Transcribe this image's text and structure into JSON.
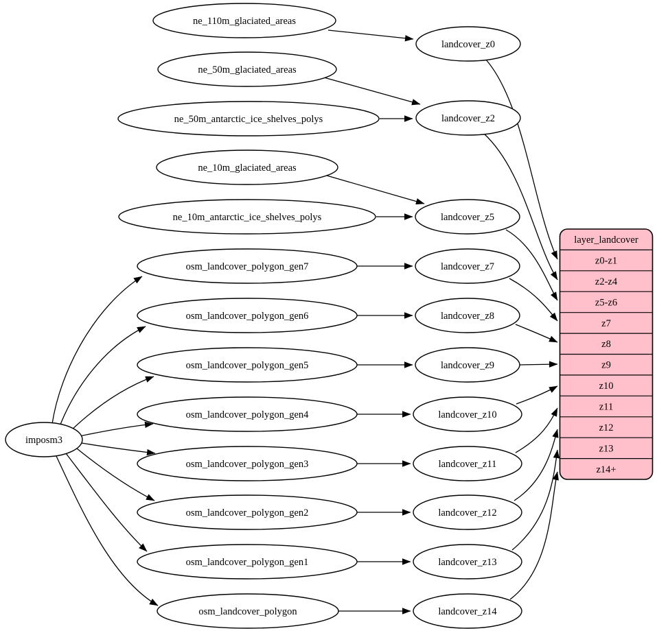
{
  "diagram": {
    "importer": "imposm3",
    "sources": [
      "ne_110m_glaciated_areas",
      "ne_50m_glaciated_areas",
      "ne_50m_antarctic_ice_shelves_polys",
      "ne_10m_glaciated_areas",
      "ne_10m_antarctic_ice_shelves_polys",
      "osm_landcover_polygon_gen7",
      "osm_landcover_polygon_gen6",
      "osm_landcover_polygon_gen5",
      "osm_landcover_polygon_gen4",
      "osm_landcover_polygon_gen3",
      "osm_landcover_polygon_gen2",
      "osm_landcover_polygon_gen1",
      "osm_landcover_polygon"
    ],
    "tables": [
      "landcover_z0",
      "landcover_z2",
      "landcover_z5",
      "landcover_z7",
      "landcover_z8",
      "landcover_z9",
      "landcover_z10",
      "landcover_z11",
      "landcover_z12",
      "landcover_z13",
      "landcover_z14"
    ],
    "layer": {
      "title": "layer_landcover",
      "rows": [
        "z0-z1",
        "z2-z4",
        "z5-z6",
        "z7",
        "z8",
        "z9",
        "z10",
        "z11",
        "z12",
        "z13",
        "z14+"
      ]
    },
    "edges": [
      {
        "from": "ne_110m_glaciated_areas",
        "to": "landcover_z0"
      },
      {
        "from": "ne_50m_glaciated_areas",
        "to": "landcover_z2"
      },
      {
        "from": "ne_50m_antarctic_ice_shelves_polys",
        "to": "landcover_z2"
      },
      {
        "from": "ne_10m_glaciated_areas",
        "to": "landcover_z5"
      },
      {
        "from": "ne_10m_antarctic_ice_shelves_polys",
        "to": "landcover_z5"
      },
      {
        "from": "osm_landcover_polygon_gen7",
        "to": "landcover_z7"
      },
      {
        "from": "osm_landcover_polygon_gen6",
        "to": "landcover_z8"
      },
      {
        "from": "osm_landcover_polygon_gen5",
        "to": "landcover_z9"
      },
      {
        "from": "osm_landcover_polygon_gen4",
        "to": "landcover_z10"
      },
      {
        "from": "osm_landcover_polygon_gen3",
        "to": "landcover_z11"
      },
      {
        "from": "osm_landcover_polygon_gen2",
        "to": "landcover_z12"
      },
      {
        "from": "osm_landcover_polygon_gen1",
        "to": "landcover_z13"
      },
      {
        "from": "osm_landcover_polygon",
        "to": "landcover_z14"
      },
      {
        "from": "imposm3",
        "to": "osm_landcover_polygon_gen7"
      },
      {
        "from": "imposm3",
        "to": "osm_landcover_polygon_gen6"
      },
      {
        "from": "imposm3",
        "to": "osm_landcover_polygon_gen5"
      },
      {
        "from": "imposm3",
        "to": "osm_landcover_polygon_gen4"
      },
      {
        "from": "imposm3",
        "to": "osm_landcover_polygon_gen3"
      },
      {
        "from": "imposm3",
        "to": "osm_landcover_polygon_gen2"
      },
      {
        "from": "imposm3",
        "to": "osm_landcover_polygon_gen1"
      },
      {
        "from": "imposm3",
        "to": "osm_landcover_polygon"
      },
      {
        "from": "landcover_z0",
        "to": "layer_landcover:z0-z1"
      },
      {
        "from": "landcover_z2",
        "to": "layer_landcover:z2-z4"
      },
      {
        "from": "landcover_z5",
        "to": "layer_landcover:z5-z6"
      },
      {
        "from": "landcover_z7",
        "to": "layer_landcover:z7"
      },
      {
        "from": "landcover_z8",
        "to": "layer_landcover:z8"
      },
      {
        "from": "landcover_z9",
        "to": "layer_landcover:z9"
      },
      {
        "from": "landcover_z10",
        "to": "layer_landcover:z10"
      },
      {
        "from": "landcover_z11",
        "to": "layer_landcover:z11"
      },
      {
        "from": "landcover_z12",
        "to": "layer_landcover:z12"
      },
      {
        "from": "landcover_z13",
        "to": "layer_landcover:z13"
      },
      {
        "from": "landcover_z14",
        "to": "layer_landcover:z14+"
      }
    ],
    "colors": {
      "layer_fill": "#ffc0cb",
      "node_fill": "#ffffff",
      "edge": "#000000"
    }
  }
}
